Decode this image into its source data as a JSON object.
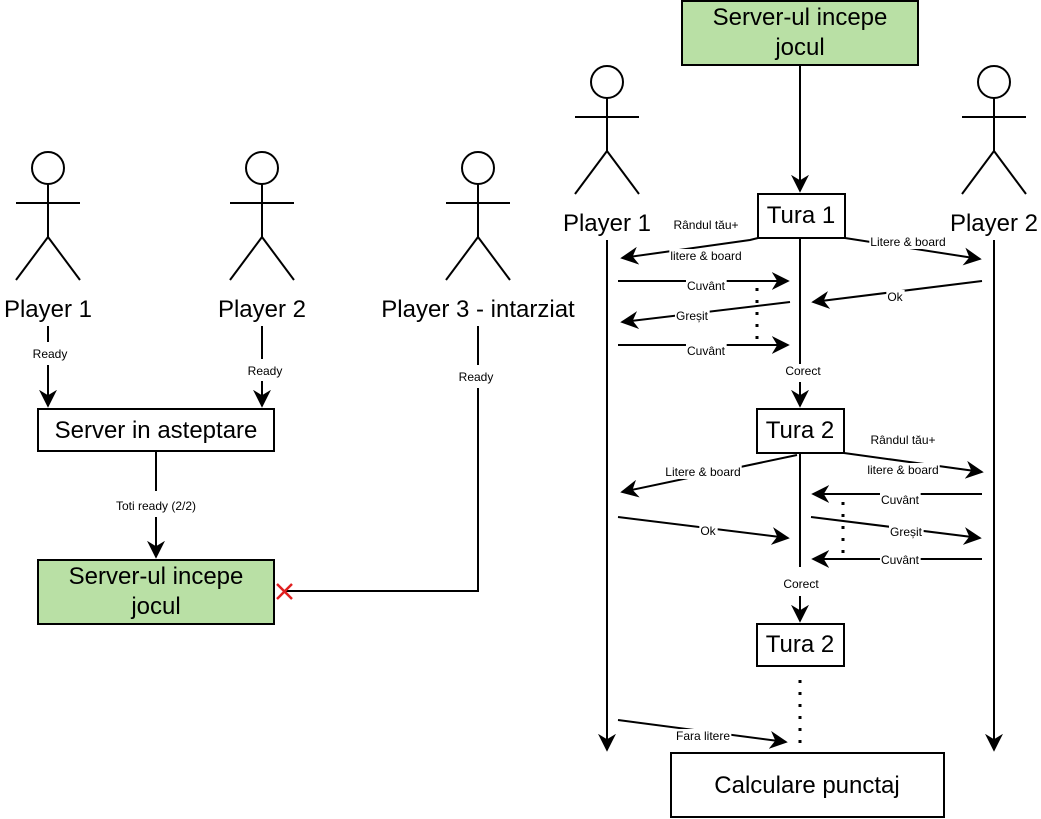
{
  "colors": {
    "green_box": "#b9e0a5",
    "line": "#000000",
    "cross": "#e02020"
  },
  "left": {
    "actors": [
      {
        "label": "Player 1",
        "message": "Ready"
      },
      {
        "label": "Player 2",
        "message": "Ready"
      },
      {
        "label": "Player 3 - intarziat",
        "message": "Ready"
      }
    ],
    "waiting_box": "Server in asteptare",
    "all_ready": "Toti ready (2/2)",
    "start_box_line1": "Server-ul incepe",
    "start_box_line2": "jocul"
  },
  "right": {
    "start_box_line1": "Server-ul incepe",
    "start_box_line2": "jocul",
    "player1": "Player 1",
    "player2": "Player 2",
    "round1": {
      "title": "Tura 1",
      "msg_turn_line1": "Rândul tău+",
      "msg_turn_line2": "litere & board",
      "msg_p2_letters": "Litere & board",
      "msg_word1": "Cuvânt",
      "msg_ok": "Ok",
      "msg_wrong": "Greșit",
      "msg_word2": "Cuvânt",
      "correct": "Corect"
    },
    "round2": {
      "title": "Tura 2",
      "msg_turn_line1": "Rândul tău+",
      "msg_turn_line2": "litere & board",
      "msg_p1_letters": "Litere & board",
      "msg_word1": "Cuvânt",
      "msg_ok": "Ok",
      "msg_wrong": "Greșit",
      "msg_word2": "Cuvânt",
      "correct": "Corect"
    },
    "round3": {
      "title": "Tura 2"
    },
    "no_letters": "Fara litere",
    "score_box": "Calculare punctaj"
  }
}
